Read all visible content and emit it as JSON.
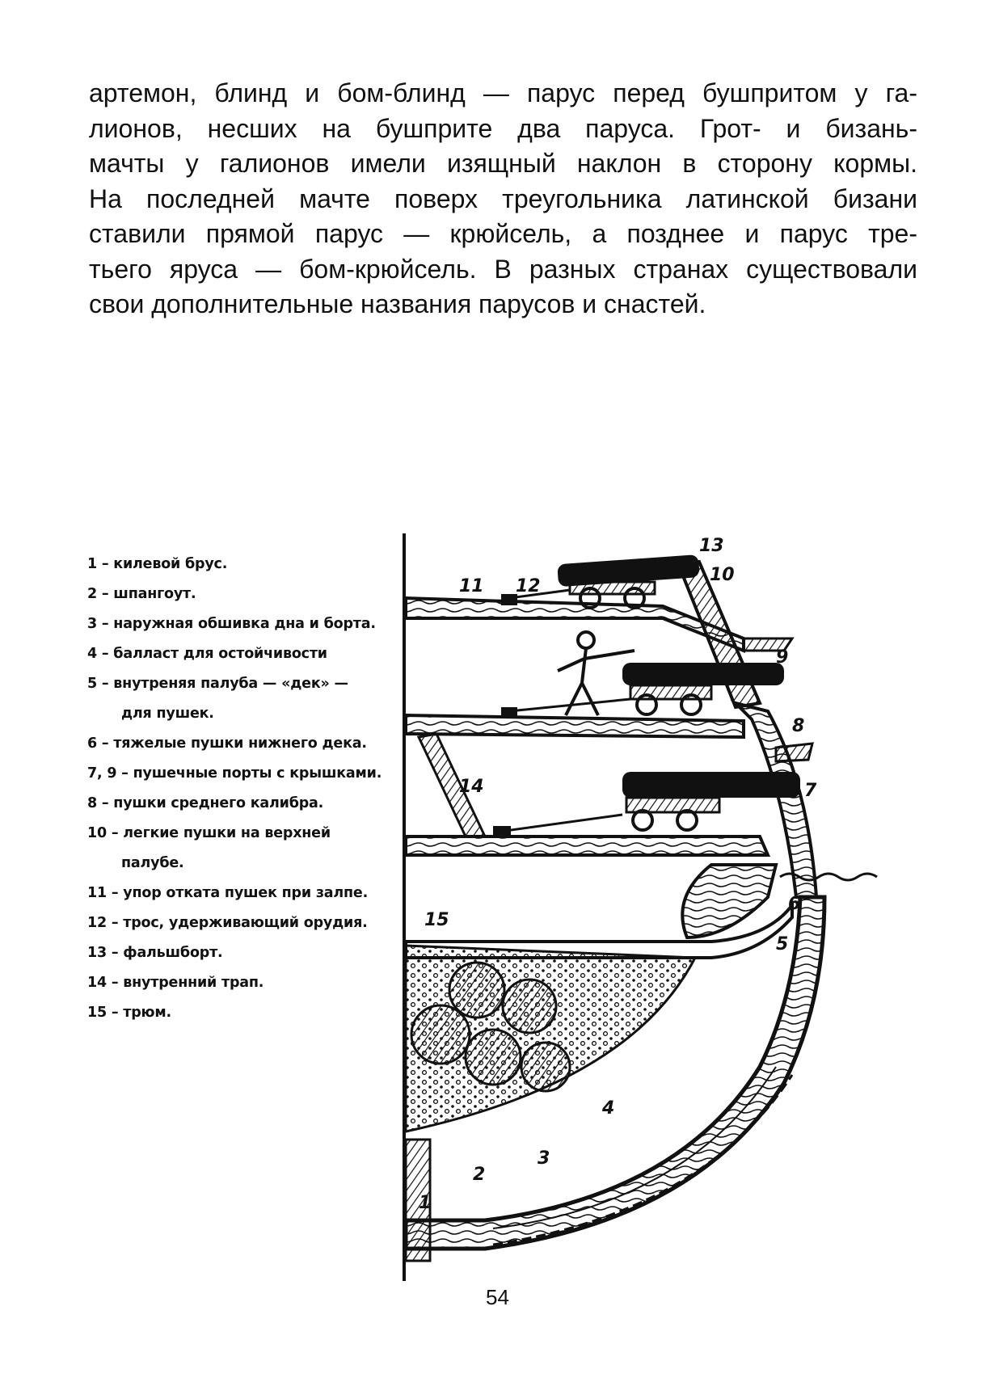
{
  "paragraph": {
    "lines": [
      "артемон, блинд и бом-блинд — парус перед бушпритом у га-",
      "лионов, несших  на бушприте два паруса. Грот- и бизань-",
      "мачты у галионов имели изящный наклон  в сторону кормы.",
      "На последней мачте поверх треугольника латинской бизани",
      "ставили прямой парус — крюйсель,  а позднее и парус тре-",
      "тьего яруса — бом-крюйсель. В разных странах существовали",
      "свои дополнительные названия парусов и снастей."
    ]
  },
  "legend": [
    "1 – килевой брус.",
    "2 – шпангоут.",
    "3 – наружная обшивка дна и борта.",
    "4 – балласт для остойчивости",
    "5 – внутреняя палуба — «дек» —",
    "для пушек.",
    "6 – тяжелые пушки нижнего дека.",
    "7, 9 – пушечные порты с крышками.",
    "8 – пушки среднего калибра.",
    "10 – легкие пушки на верхней",
    "палубе.",
    "11 – упор отката пушек при залпе.",
    "12 – трос, удерживающий орудия.",
    "13 – фальшборт.",
    "14 – внутренний трап.",
    "15 – трюм."
  ],
  "figure_labels": {
    "n1": "1",
    "n2": "2",
    "n3": "3",
    "n4": "4",
    "n5": "5",
    "n6": "6",
    "n7": "7",
    "n8": "8",
    "n9": "9",
    "n10": "10",
    "n11": "11",
    "n12": "12",
    "n13": "13",
    "n14": "14",
    "n15": "15"
  },
  "page_number": "54"
}
